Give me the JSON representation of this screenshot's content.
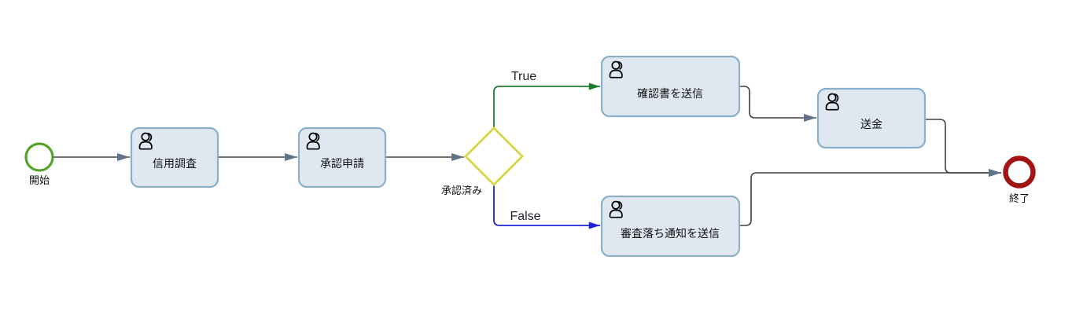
{
  "diagram": {
    "type": "bpmn-process",
    "nodes": {
      "start": {
        "type": "start-event",
        "label": "開始"
      },
      "credit_check": {
        "type": "user-task",
        "label": "信用調査"
      },
      "approval_request": {
        "type": "user-task",
        "label": "承認申請"
      },
      "approved_gateway": {
        "type": "exclusive-gateway",
        "label": "承認済み"
      },
      "send_confirmation": {
        "type": "user-task",
        "label": "確認書を送信"
      },
      "transfer_money": {
        "type": "user-task",
        "label": "送金"
      },
      "send_rejection": {
        "type": "user-task",
        "label": "審査落ち通知を送信"
      },
      "end": {
        "type": "end-event",
        "label": "終了"
      }
    },
    "edges": {
      "start_to_credit": {
        "from": "start",
        "to": "credit_check",
        "label": ""
      },
      "credit_to_approval": {
        "from": "credit_check",
        "to": "approval_request",
        "label": ""
      },
      "approval_to_gateway": {
        "from": "approval_request",
        "to": "approved_gateway",
        "label": ""
      },
      "true_branch": {
        "from": "approved_gateway",
        "to": "send_confirmation",
        "label": "True",
        "color": "#1d7d2c"
      },
      "false_branch": {
        "from": "approved_gateway",
        "to": "send_rejection",
        "label": "False",
        "color": "#2020d8"
      },
      "confirmation_to_transfer": {
        "from": "send_confirmation",
        "to": "transfer_money",
        "label": ""
      },
      "transfer_to_end": {
        "from": "transfer_money",
        "to": "end",
        "label": ""
      },
      "rejection_to_end": {
        "from": "send_rejection",
        "to": "end",
        "label": ""
      }
    },
    "colors": {
      "start_stroke": "#54a229",
      "end_stroke": "#a31515",
      "task_fill": "#dfe8f1",
      "task_stroke": "#8aafc8",
      "gateway_stroke": "#d6d84f",
      "connector": "#404040",
      "arrowhead": "#5f7389",
      "true_green": "#1d7d2c",
      "false_blue": "#2020d8",
      "background": "#ffffff"
    }
  }
}
